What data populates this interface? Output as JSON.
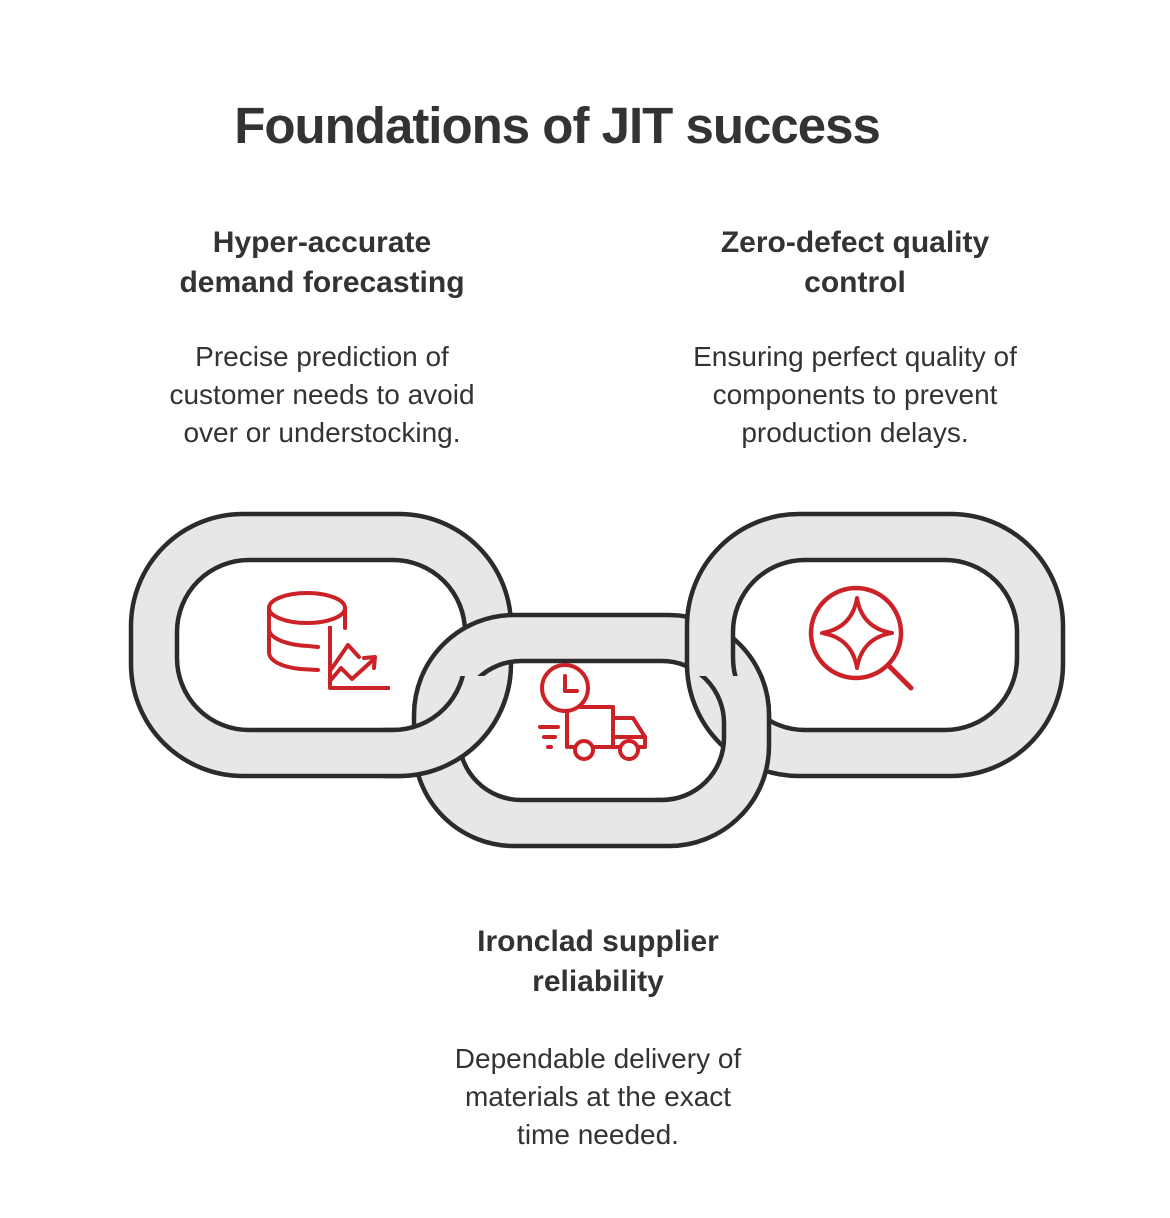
{
  "title": "Foundations of JIT success",
  "sections": {
    "forecasting": {
      "heading": "Hyper-accurate\ndemand forecasting",
      "description": "Precise prediction of\ncustomer needs to avoid\nover or understocking.",
      "icon": "database-trend-chart"
    },
    "quality": {
      "heading": "Zero-defect quality\ncontrol",
      "description": "Ensuring perfect quality of\ncomponents to prevent\nproduction delays.",
      "icon": "magnifier-sparkle"
    },
    "supplier": {
      "heading": "Ironclad supplier\nreliability",
      "description": "Dependable delivery of\nmaterials at the exact\ntime needed.",
      "icon": "delivery-truck-clock"
    }
  },
  "colors": {
    "accent_red": "#cc2127",
    "chain_fill": "#e7e7e8",
    "chain_outline": "#2b2b2b",
    "text": "#333333",
    "background": "#ffffff"
  }
}
